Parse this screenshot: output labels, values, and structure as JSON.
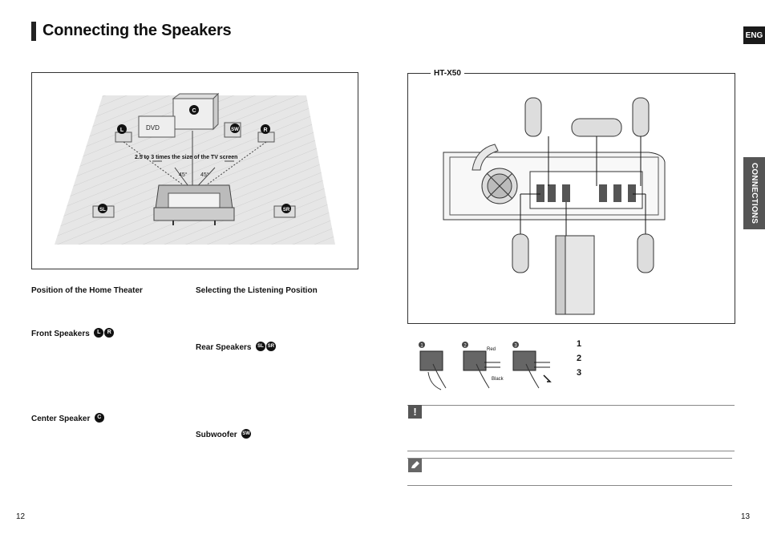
{
  "page": {
    "title": "Connecting the Speakers",
    "lang_tab": "ENG",
    "section_tab": "CONNECTIONS",
    "page_left": "12",
    "page_right": "13"
  },
  "room_diagram": {
    "dvd_label": "DVD",
    "distance_label": "2.5 to 3 times the size of the TV screen",
    "angle_left": "45°",
    "angle_right": "45°",
    "badges": {
      "l": "L",
      "r": "R",
      "c": "C",
      "sw": "SW",
      "sl": "SL",
      "sr": "SR"
    }
  },
  "left_sections": {
    "position_heading": "Position of the Home Theater",
    "listening_heading": "Selecting the Listening Position",
    "front_heading": "Front Speakers",
    "rear_heading": "Rear Speakers",
    "center_heading": "Center Speaker",
    "subwoofer_heading": "Subwoofer"
  },
  "model_box": {
    "model": "HT-X50"
  },
  "terminal_steps": {
    "step_numbers": [
      "1",
      "2",
      "3"
    ],
    "red_label": "Red",
    "black_label": "Black",
    "list_numbers": [
      "1",
      "2",
      "3"
    ]
  },
  "notes": {
    "caution_symbol": "!"
  }
}
